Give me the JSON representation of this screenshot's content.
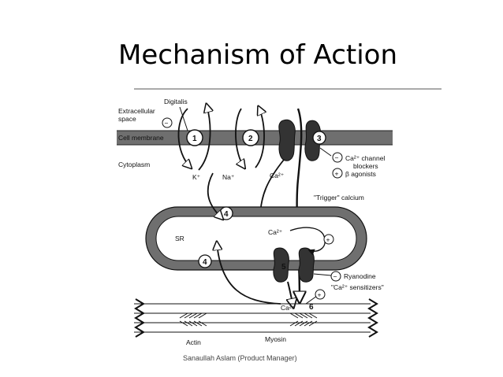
{
  "slide": {
    "title": "Mechanism of Action",
    "footer": "Sanaullah Aslam (Product Manager)"
  },
  "diagram": {
    "labels": {
      "digitalis": "Digitalis",
      "extracellular_line1": "Extracellular",
      "extracellular_line2": "space",
      "cell_membrane": "Cell membrane",
      "cytoplasm": "Cytoplasm",
      "k_ion": "K⁺",
      "na_ion": "Na⁺",
      "ca_ion_top": "Ca²⁺",
      "ca_channel_line1": "Ca²⁺ channel",
      "ca_channel_line2": "blockers",
      "beta_agonists": "β agonists",
      "trigger_calcium": "\"Trigger\" calcium",
      "sr": "SR",
      "ca_ion_sr": "Ca²⁺",
      "ryanodine": "Ryanodine",
      "ca_sensitizers": "\"Ca²⁺ sensitizers\"",
      "ca_ion_bottom": "Ca²⁺",
      "actin": "Actin",
      "myosin": "Myosin"
    },
    "numbers": {
      "n1": "1",
      "n2": "2",
      "n3": "3",
      "n4a": "4",
      "n4b": "4",
      "n5": "5",
      "n6": "6"
    },
    "signs": {
      "minus": "−",
      "plus": "+"
    }
  }
}
